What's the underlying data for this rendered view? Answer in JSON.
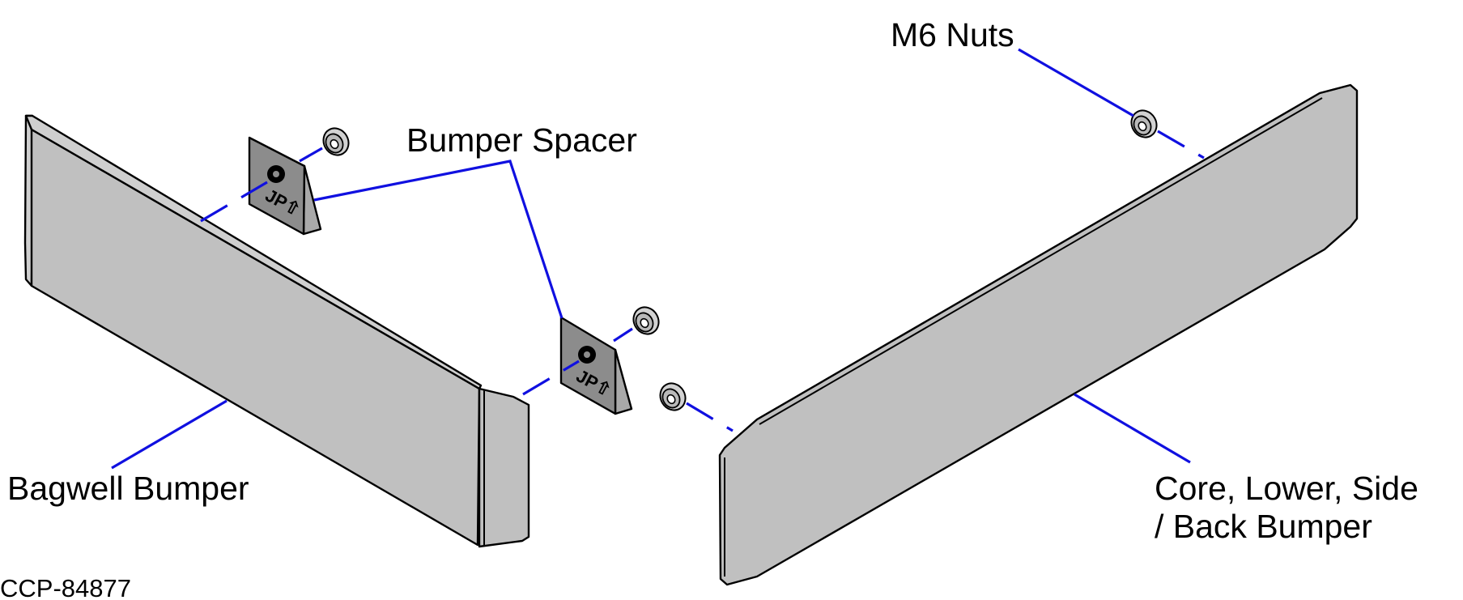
{
  "labels": {
    "m6_nuts": "M6 Nuts",
    "bumper_spacer": "Bumper Spacer",
    "bagwell_bumper": "Bagwell Bumper",
    "core_bumper_line1": "Core, Lower, Side",
    "core_bumper_line2": "/ Back Bumper"
  },
  "figure_id": "CCP-84877",
  "colors": {
    "leader_line": "#1010e0",
    "part_fill": "#c0c0c0",
    "spacer_fill": "#8c8c8c",
    "outline": "#000000"
  }
}
